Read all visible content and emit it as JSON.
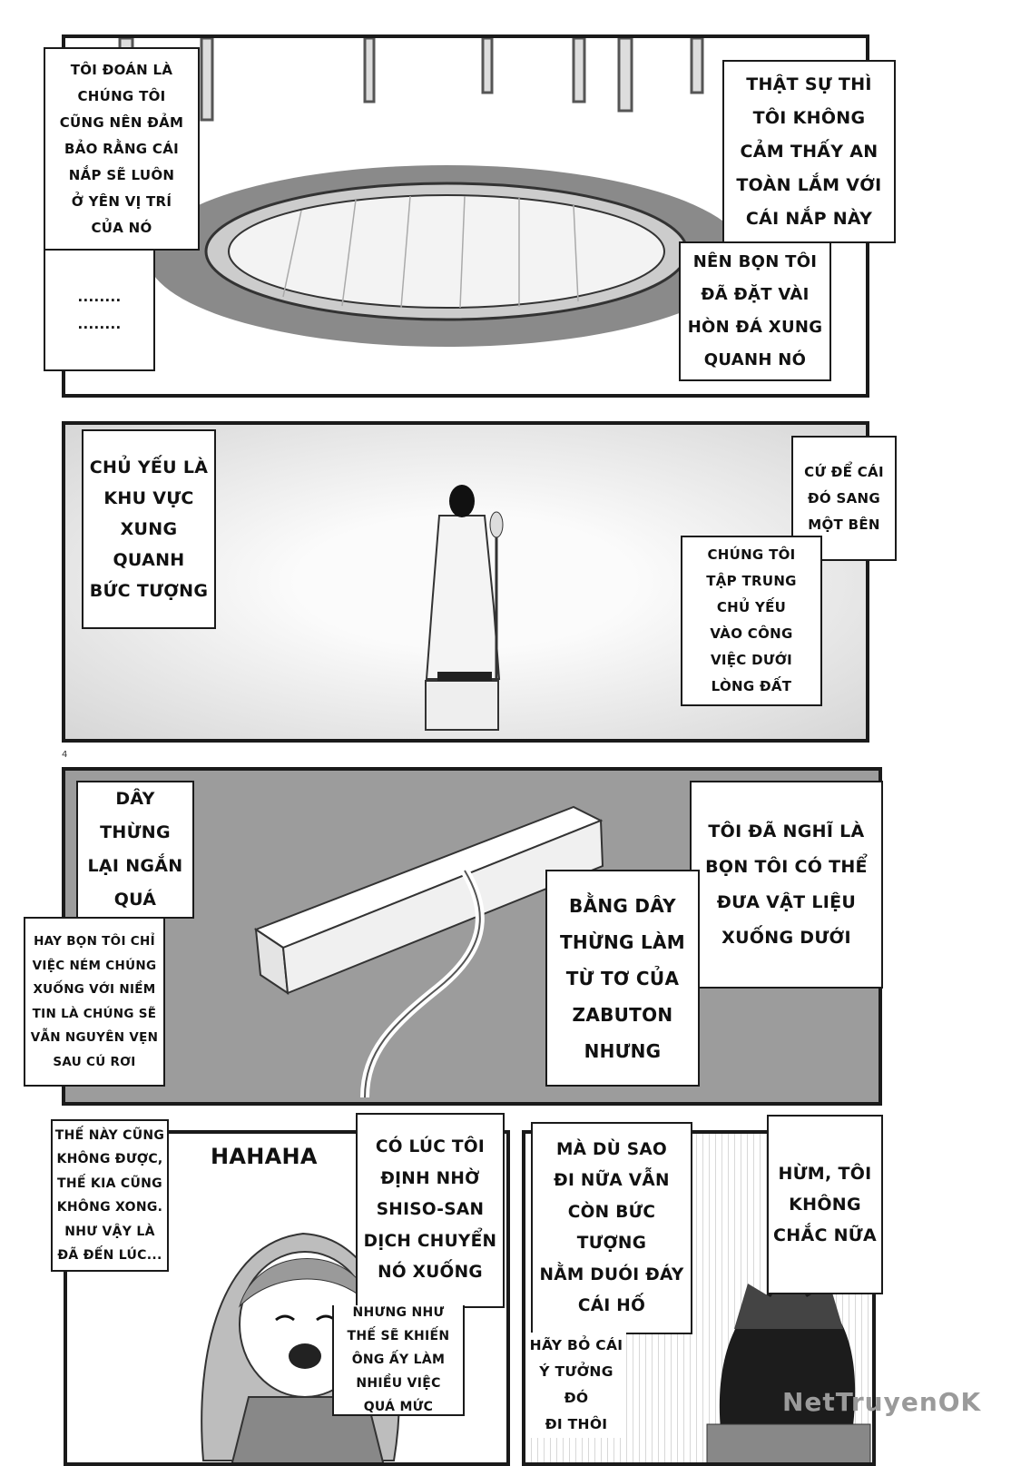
{
  "page_number": "4",
  "watermark": "NetTruyenOK",
  "panel1": {
    "captions": [
      "TÔI ĐOÁN LÀ\nCHÚNG TÔI\nCŨNG NÊN ĐẢM\nBẢO RẰNG CÁI\nNẮP SẼ LUÔN\nỞ YÊN VỊ TRÍ\nCỦA NÓ",
      "........\n........",
      "THẬT SỰ THÌ\nTÔI KHÔNG\nCẢM THẤY AN\nTOÀN LẮM VỚI\nCÁI NẮP NÀY",
      "NÊN BỌN TÔI\nĐÃ ĐẶT VÀI\nHÒN ĐÁ XUNG\nQUANH NÓ"
    ]
  },
  "panel2": {
    "captions": [
      "CHỦ YẾU LÀ\nKHU VỰC\nXUNG QUANH\nBỨC TƯỢNG",
      "CỨ ĐỂ CÁI\nĐÓ SANG\nMỘT BÊN",
      "CHÚNG TÔI\nTẬP TRUNG\nCHỦ YẾU\nVÀO CÔNG\nVIỆC DƯỚI\nLÒNG ĐẤT"
    ]
  },
  "panel3": {
    "captions": [
      "DÂY THỪNG\nLẠI NGẮN\nQUÁ",
      "HAY BỌN TÔI CHỈ\nVIỆC NÉM CHÚNG\nXUỐNG VỚI NIỀM\nTIN LÀ CHÚNG SẼ\nVẪN NGUYÊN VẸN\nSAU CÚ RƠI",
      "TÔI ĐÃ NGHĨ LÀ\nBỌN TÔI CÓ THỂ\nĐƯA VẬT LIỆU\nXUỐNG DƯỚI",
      "BẰNG DÂY\nTHỪNG LÀM\nTỪ TƠ CỦA\nZABUTON\nNHƯNG"
    ]
  },
  "panel4": {
    "sfx": "HAHAHA",
    "captions": [
      "THẾ NÀY CŨNG\nKHÔNG ĐƯỢC,\nTHẾ KIA CŨNG\nKHÔNG XONG.\nNHƯ VẬY LÀ\nĐÃ ĐẾN LÚC...",
      "CÓ LÚC TÔI\nĐỊNH NHỜ\nSHISO-SAN\nDỊCH CHUYỂN\nNÓ XUỐNG",
      "NHƯNG NHƯ\nTHẾ SẼ KHIẾN\nÔNG ẤY LÀM\nNHIỀU VIỆC\nQUÁ MỨC"
    ]
  },
  "panel5": {
    "captions": [
      "MÀ DÙ SAO\nĐI NỮA VẪN\nCÒN BỨC TƯỢNG\nNẰM DUÓI ĐÁY\nCÁI HỐ",
      "HỪM, TÔI\nKHÔNG\nCHẮC NỮA",
      "HÃY BỎ CÁI\nÝ TƯỞNG ĐÓ\nĐI THÔI"
    ]
  }
}
